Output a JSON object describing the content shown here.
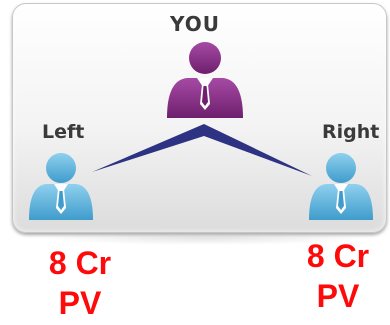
{
  "nodes": {
    "top": {
      "label": "YOU",
      "color": "#8b2a8a"
    },
    "left": {
      "label": "Left",
      "color": "#5fb6dc",
      "value_line1": "8 Cr",
      "value_line2": "PV"
    },
    "right": {
      "label": "Right",
      "color": "#5fb6dc",
      "value_line1": "8 Cr",
      "value_line2": "PV"
    }
  },
  "colors": {
    "connector": "#2d3282",
    "value_text": "#ff0a0a",
    "label_text": "#3a3a3a"
  },
  "icons": [
    "person-icon",
    "person-icon",
    "person-icon"
  ]
}
